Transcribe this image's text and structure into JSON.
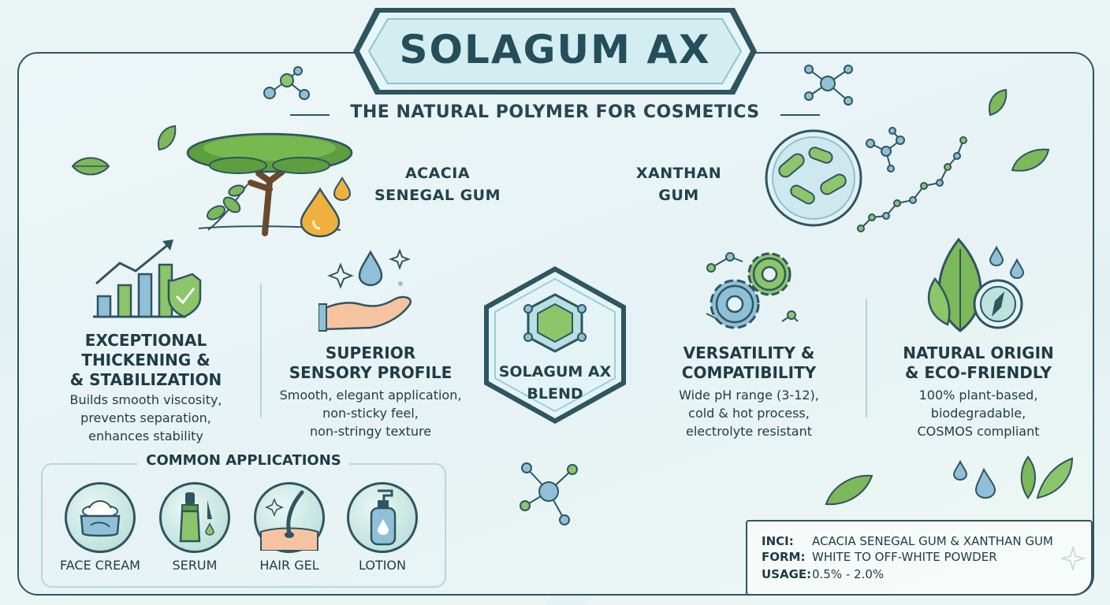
{
  "title": "SOLAGUM AX",
  "subtitle": "THE NATURAL POLYMER FOR COSMETICS",
  "sources": [
    {
      "label_line1": "ACACIA",
      "label_line2": "SENEGAL GUM"
    },
    {
      "label_line1": "XANTHAN",
      "label_line2": "GUM"
    }
  ],
  "center": {
    "line1": "SOLAGUM AX",
    "line2": "BLEND"
  },
  "features": [
    {
      "title1": "EXCEPTIONAL",
      "title2": "THICKENING &",
      "title3": "& STABILIZATION",
      "desc1": "Builds smooth viscosity,",
      "desc2": "prevents separation,",
      "desc3": "enhances stability"
    },
    {
      "title1": "SUPERIOR",
      "title2": "SENSORY PROFILE",
      "desc1": "Smooth, elegant application,",
      "desc2": "non-sticky feel,",
      "desc3": "non-stringy texture"
    },
    {
      "title1": "VERSATILITY &",
      "title2": "COMPATIBILITY",
      "desc1": "Wide pH range (3-12),",
      "desc2": "cold & hot process,",
      "desc3": "electrolyte resistant"
    },
    {
      "title1": "NATURAL ORIGIN",
      "title2": "& ECO-FRIENDLY",
      "desc1": "100% plant-based,",
      "desc2": "biodegradable,",
      "desc3": "COSMOS compliant"
    }
  ],
  "applications": {
    "title": "COMMON APPLICATIONS",
    "items": [
      {
        "label": "FACE CREAM",
        "icon": "face-cream-jar-icon"
      },
      {
        "label": "SERUM",
        "icon": "serum-dropper-icon"
      },
      {
        "label": "HAIR GEL",
        "icon": "hair-strand-icon"
      },
      {
        "label": "LOTION",
        "icon": "lotion-pump-icon"
      }
    ]
  },
  "info": [
    {
      "key": "INCI:",
      "value": "ACACIA SENEGAL GUM & XANTHAN GUM"
    },
    {
      "key": "FORM:",
      "value": "WHITE TO OFF-WHITE POWDER"
    },
    {
      "key": "USAGE:",
      "value": "0.5% - 2.0%"
    }
  ],
  "colors": {
    "outline": "#2f5561",
    "green": "#8cc56a",
    "blue": "#79b6d2",
    "teal": "#4fa3a5",
    "gold": "#e7a83a"
  }
}
